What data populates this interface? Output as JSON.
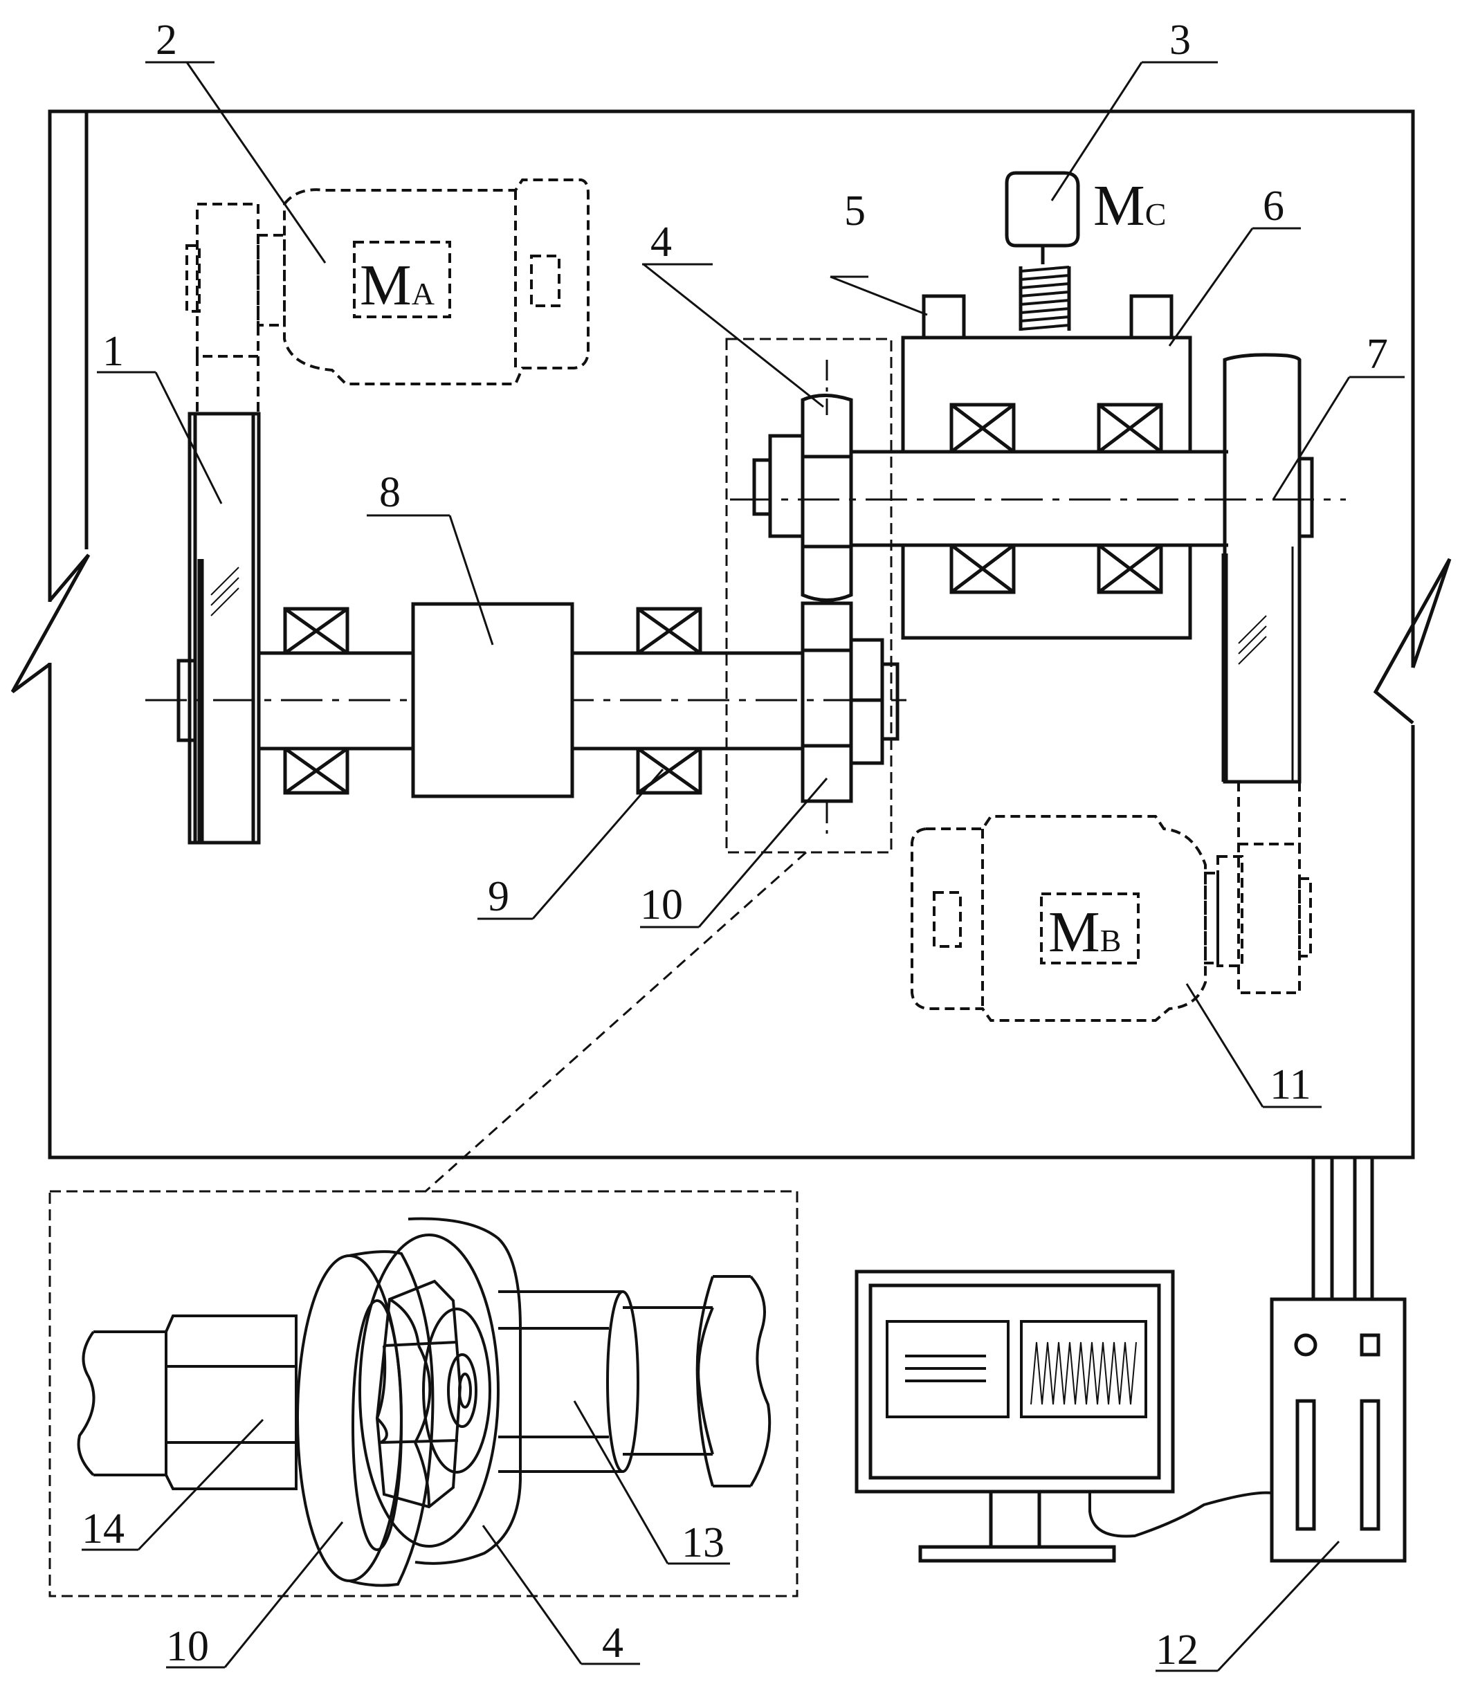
{
  "callouts": {
    "c1": "1",
    "c2": "2",
    "c3": "3",
    "c4": "4",
    "c5": "5",
    "c6": "6",
    "c7": "7",
    "c8": "8",
    "c9": "9",
    "c10": "10",
    "c11": "11",
    "c4b": "4",
    "c10b": "10",
    "c12": "12",
    "c13": "13",
    "c14": "14"
  },
  "motors": {
    "a": {
      "letter": "M",
      "sub": "A"
    },
    "b": {
      "letter": "M",
      "sub": "B"
    },
    "c": {
      "letter": "M",
      "sub": "C"
    }
  },
  "colors": {
    "line": "#111111",
    "background": "#ffffff"
  }
}
